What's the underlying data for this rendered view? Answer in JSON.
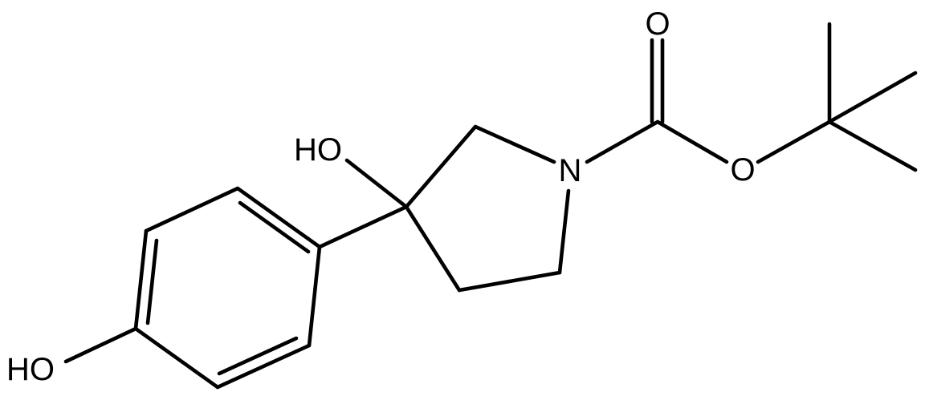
{
  "atoms": {
    "carbonyl_oxygen": "O",
    "ester_oxygen": "O",
    "ring_nitrogen": "N",
    "tertiary_hydroxyl": "HO",
    "phenol_hydroxyl": "HO"
  }
}
